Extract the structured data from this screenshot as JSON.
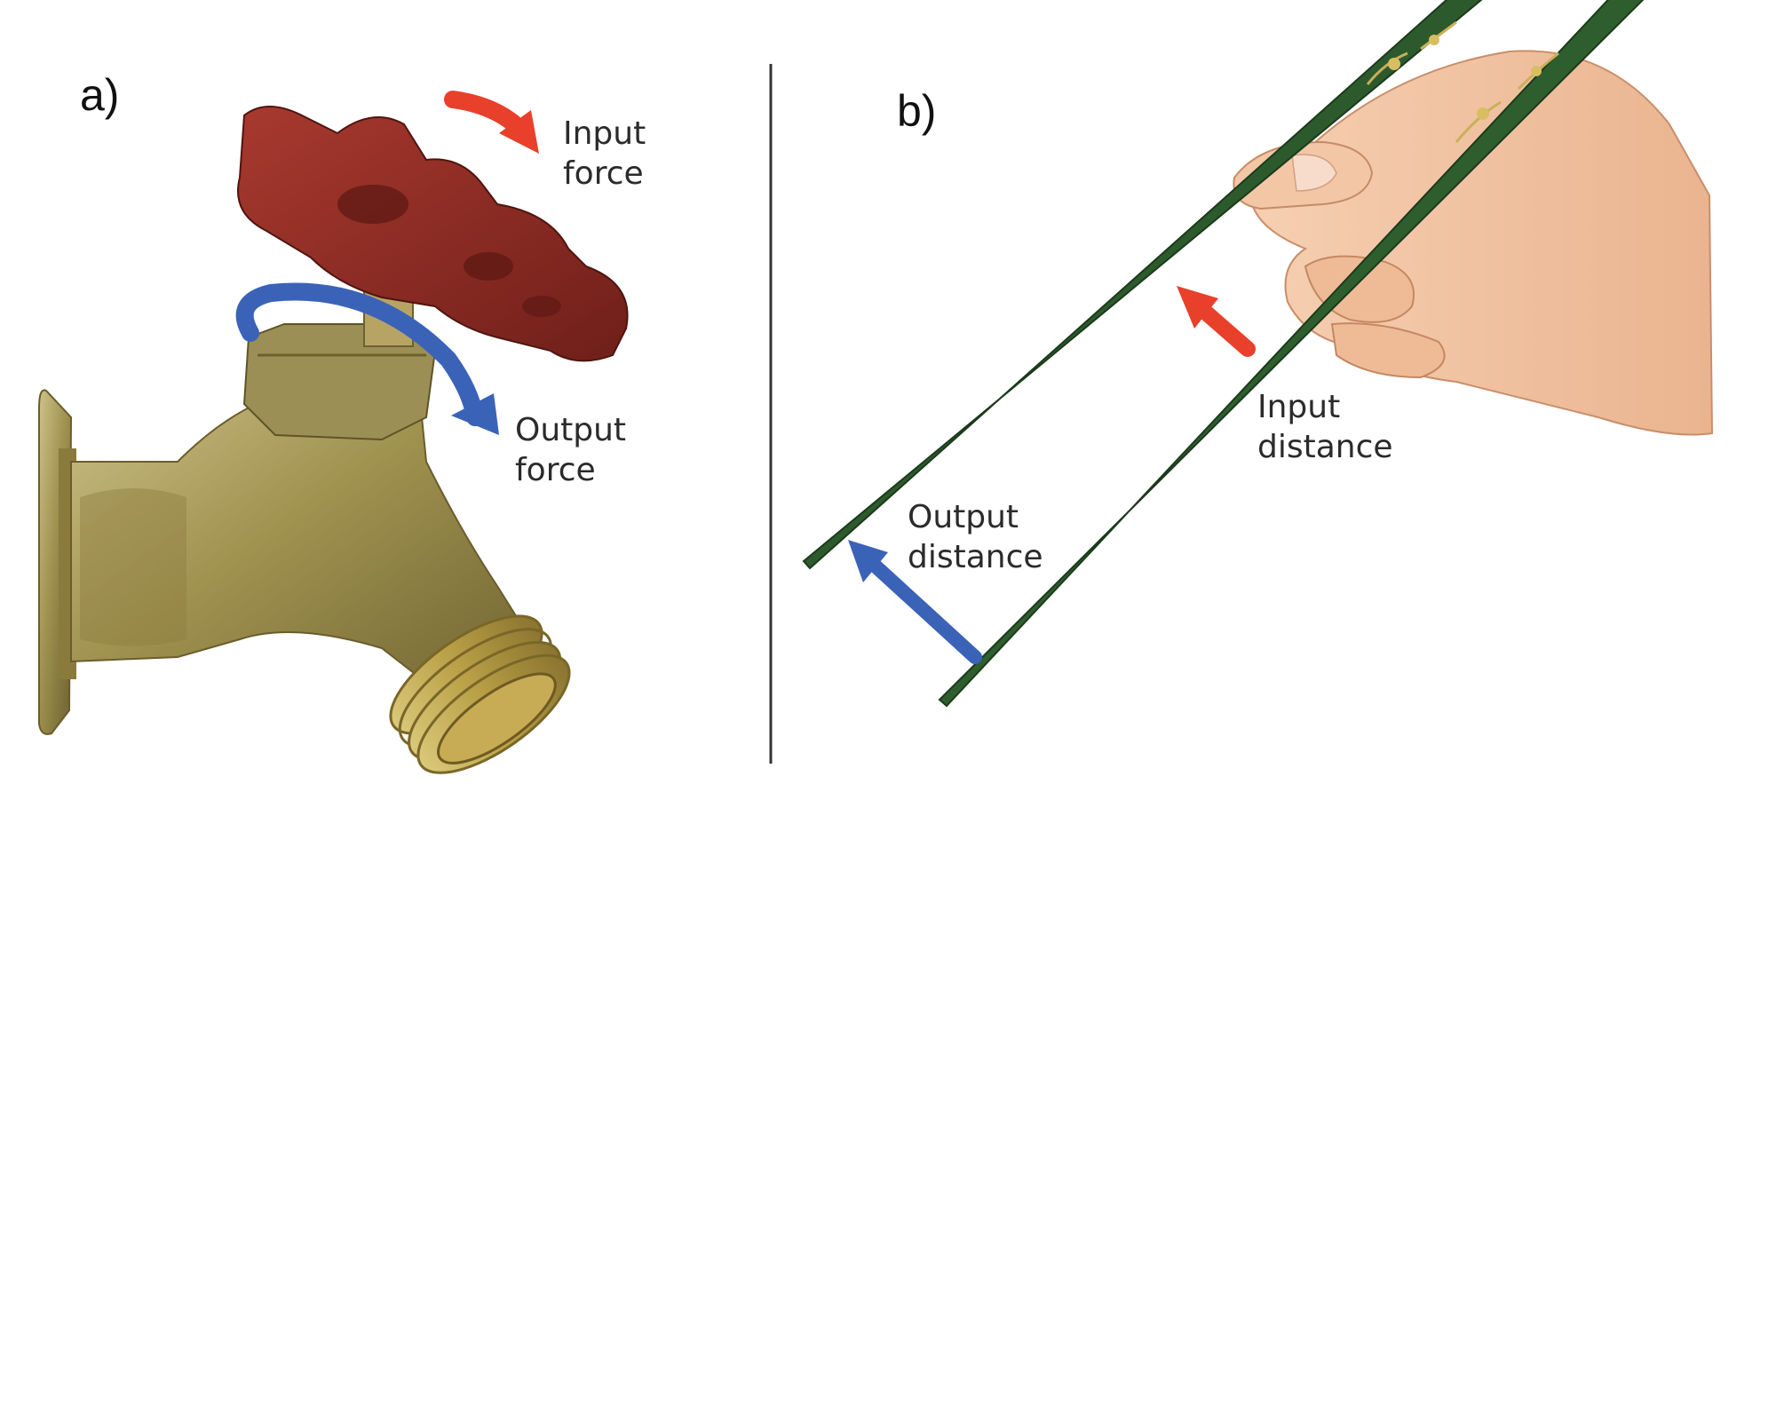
{
  "panels": [
    {
      "id": "a",
      "label": "a)",
      "subject": "faucet valve",
      "callouts": [
        {
          "lines": [
            "Input",
            "force"
          ],
          "arrow_color": "#e8402a"
        },
        {
          "lines": [
            "Output",
            "force"
          ],
          "arrow_color": "#3a63b8"
        }
      ]
    },
    {
      "id": "b",
      "label": "b)",
      "subject": "chopsticks held in a hand",
      "callouts": [
        {
          "lines": [
            "Input",
            "distance"
          ],
          "arrow_color": "#e8402a"
        },
        {
          "lines": [
            "Output",
            "distance"
          ],
          "arrow_color": "#3a63b8"
        }
      ]
    }
  ],
  "colors": {
    "handle": "#8e2a22",
    "brass": "#a89a58",
    "chopstick": "#2d5a2c",
    "skin": "#f1c3a2",
    "divider": "#333333"
  }
}
